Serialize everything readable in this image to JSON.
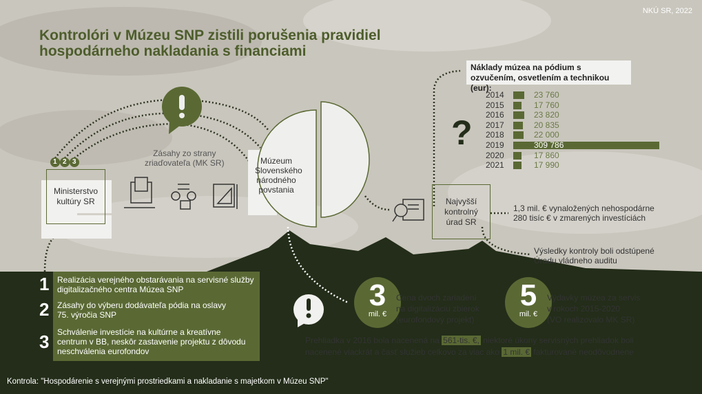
{
  "source": "NKÚ SR, 2022",
  "title": [
    "Kontrolóri v Múzeu SNP zistili porušenia pravidiel",
    "hospodárneho nakladania s financiami"
  ],
  "chart_data": {
    "type": "bar",
    "title": "Náklady múzea na pódium s ozvučením, osvetlením a technikou (eur):",
    "categories": [
      "2014",
      "2015",
      "2016",
      "2017",
      "2018",
      "2019",
      "2020",
      "2021"
    ],
    "values": [
      23760,
      17760,
      23820,
      20835,
      22000,
      309786,
      17860,
      17990
    ],
    "labels": [
      "23 760",
      "17 760",
      "23 820",
      "20 835",
      "22 000",
      "309 786",
      "17 860",
      "17 990"
    ],
    "orientation": "horizontal"
  },
  "ministry": [
    "Ministerstvo",
    "kultúry SR"
  ],
  "badges": [
    "1",
    "2",
    "3"
  ],
  "intervention": [
    "Zásahy zo strany",
    "zriaďovateľa (MK SR)"
  ],
  "museum": [
    "Múzeum",
    "Slovenského",
    "národného",
    "povstania"
  ],
  "nku": [
    "Najvyšší",
    "kontrolný",
    "úrad SR"
  ],
  "results": [
    "1,3 mil. € vynaložených nehospodárne",
    "280 tisíc € v zmarených investíciách"
  ],
  "audit": [
    "Výsledky kontroly boli odstúpené",
    "Úradu vládneho auditu"
  ],
  "list": [
    {
      "n": "1",
      "text": [
        "Realizácia verejného obstarávania na servisné služby",
        "digitalizačného centra Múzea SNP"
      ]
    },
    {
      "n": "2",
      "text": [
        "Zásahy do výberu dodávateľa pódia na oslavy",
        "75. výročia SNP"
      ]
    },
    {
      "n": "3",
      "text": [
        "Schválenie investície na kultúrne a kreatívne",
        "centrum v BB, neskôr zastavenie projektu z dôvodu",
        "neschválenia eurofondov"
      ]
    }
  ],
  "stat1": {
    "value": "3",
    "unit": "mil. €",
    "text": [
      "Cena dvoch zariadení",
      "na digitalizáciu zbierok",
      "(eurofondový projekt)"
    ]
  },
  "stat2": {
    "value": "5",
    "unit": "mil. €",
    "text": [
      "Výdavky múzea za servis",
      "v rokoch 2015-2020",
      "(VO realizovalo MK SR)"
    ]
  },
  "note": {
    "a": "Prehliadka v 2016 bola nacenená na ",
    "h1": "561-tis. €,",
    "b": " niektoré úkony servisných prehliadok boli",
    "c": "nacenené viackrát a časť služieb celkovo za viac ako ",
    "h2": "1 mil. €",
    "d": " fakturované neodôvodnene"
  },
  "footer": "Kontrola: \"Hospodárenie s verejnými prostriedkami a nakladanie s majetkom v Múzeu SNP\"",
  "colors": {
    "accent": "#5a6934",
    "dark": "#232d19",
    "bg": "#c9c6bd"
  }
}
